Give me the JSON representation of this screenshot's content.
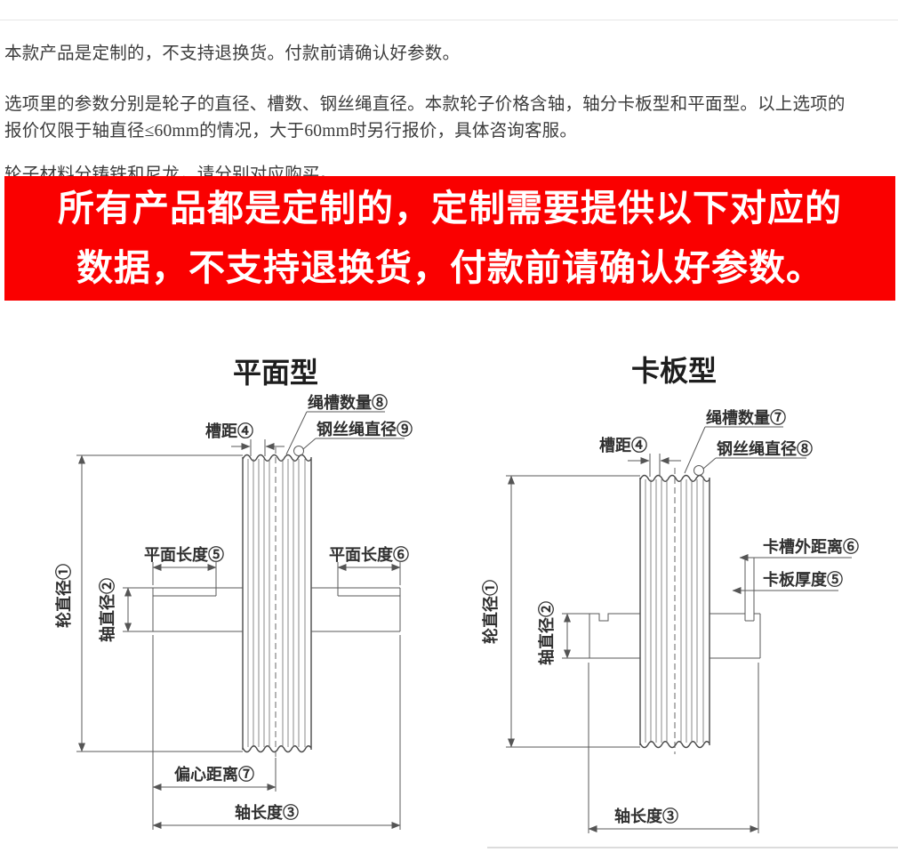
{
  "notice": {
    "para1": "本款产品是定制的，不支持退换货。付款前请确认好参数。",
    "para2": "选项里的参数分别是轮子的直径、槽数、钢丝绳直径。本款轮子价格含轴，轴分卡板型和平面型。以上选项的报价仅限于轴直径≤60mm的情况，大于60mm时另行报价，具体咨询客服。",
    "para3": "轮子材料分铸铁和尼龙，请分别对应购买。"
  },
  "banner": {
    "line1": "所有产品都是定制的，定制需要提供以下对应的",
    "line2": "数据，不支持退换货，付款前请确认好参数。",
    "bg_color": "#fa0000",
    "text_color": "#ffffff"
  },
  "diagrams": {
    "line_color": "#5a5a5a",
    "flat": {
      "title": "平面型",
      "labels": {
        "wheel_diameter": "轮直径①",
        "axle_diameter": "轴直径②",
        "axle_length": "轴长度③",
        "groove_pitch": "槽距④",
        "flat_length_left": "平面长度⑤",
        "flat_length_right": "平面长度⑥",
        "eccentric_distance": "偏心距离⑦",
        "groove_count": "绳槽数量⑧",
        "rope_diameter": "钢丝绳直径⑨"
      }
    },
    "clamp": {
      "title": "卡板型",
      "labels": {
        "wheel_diameter": "轮直径①",
        "axle_diameter": "轴直径②",
        "axle_length": "轴长度③",
        "groove_pitch": "槽距④",
        "clamp_thickness": "卡板厚度⑤",
        "clamp_outer_distance": "卡槽外距离⑥",
        "groove_count": "绳槽数量⑦",
        "rope_diameter": "钢丝绳直径⑧"
      }
    }
  }
}
